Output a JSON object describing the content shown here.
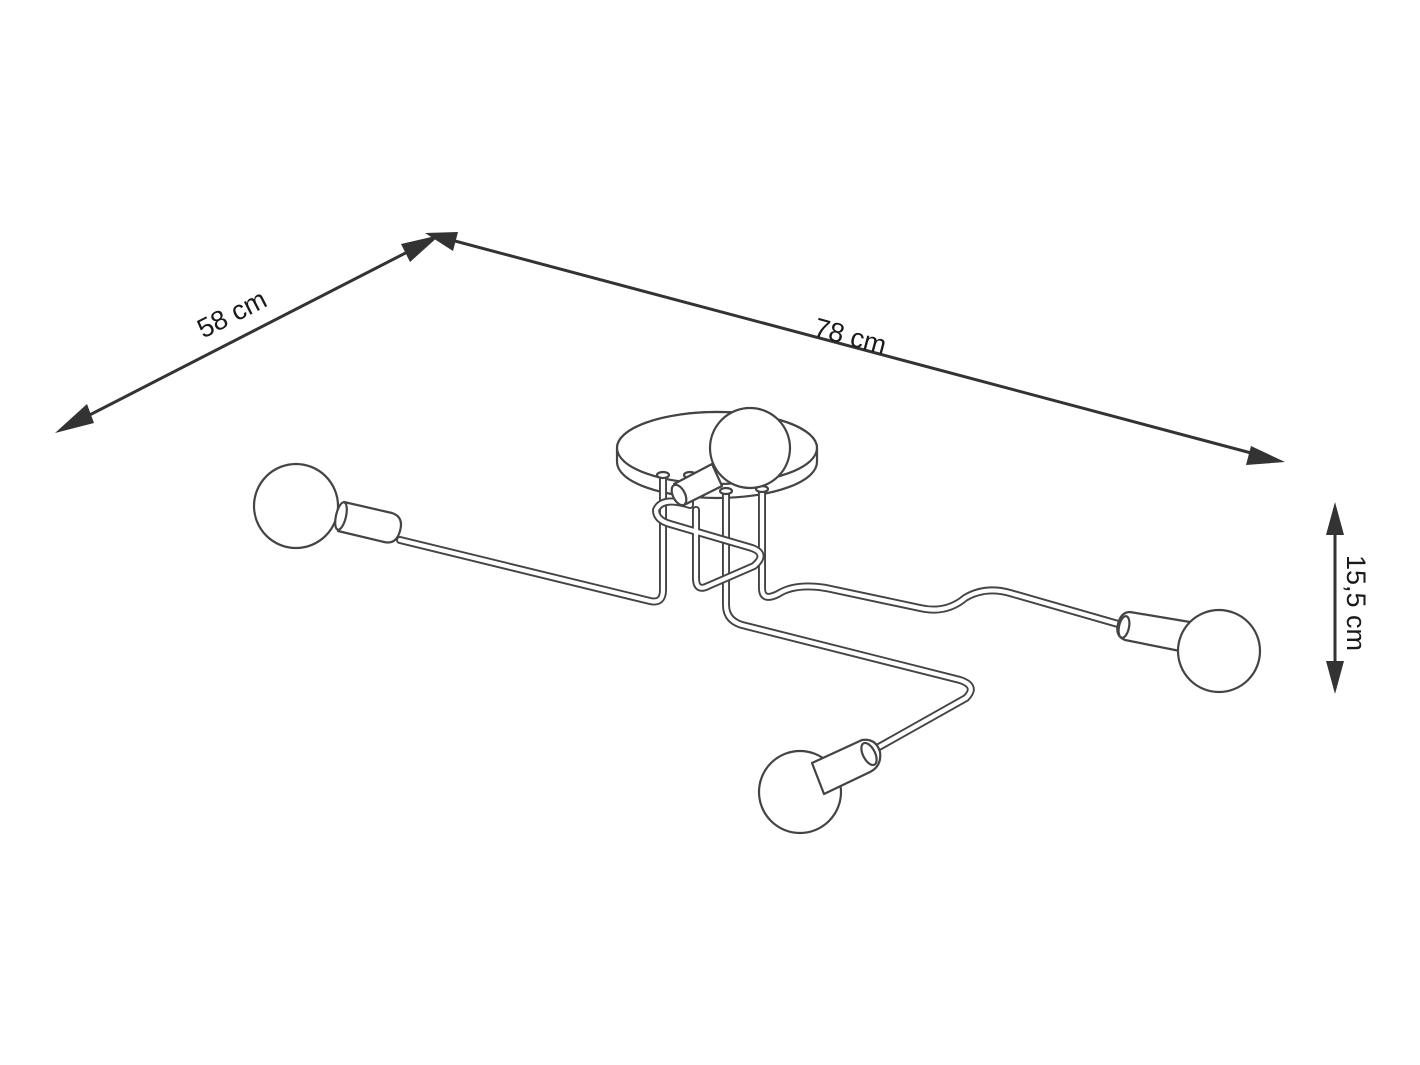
{
  "dimensions": {
    "depth": {
      "label": "58 cm",
      "value": 58,
      "unit": "cm"
    },
    "width": {
      "label": "78 cm",
      "value": 78,
      "unit": "cm"
    },
    "height": {
      "label": "15,5 cm",
      "value": 15.5,
      "unit": "cm"
    }
  },
  "product": {
    "bulb_count": 4,
    "line_color": "#444444",
    "dimension_color": "#333333"
  }
}
